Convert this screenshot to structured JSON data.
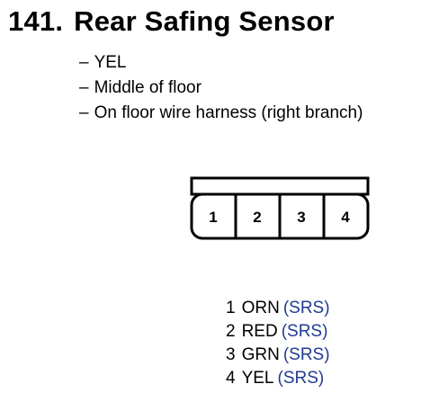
{
  "header": {
    "number": "141.",
    "title": "Rear Safing Sensor"
  },
  "notes": [
    "YEL",
    "Middle of floor",
    "On floor wire harness (right branch)"
  ],
  "note_prefix": "–",
  "connector": {
    "pins": [
      "1",
      "2",
      "3",
      "4"
    ]
  },
  "pinout": [
    {
      "pin": "1",
      "wire": "ORN",
      "system": "(SRS)"
    },
    {
      "pin": "2",
      "wire": "RED",
      "system": "(SRS)"
    },
    {
      "pin": "3",
      "wire": "GRN",
      "system": "(SRS)"
    },
    {
      "pin": "4",
      "wire": "YEL",
      "system": "(SRS)"
    }
  ],
  "colors": {
    "text": "#000000",
    "system_label": "#1f3b93"
  }
}
